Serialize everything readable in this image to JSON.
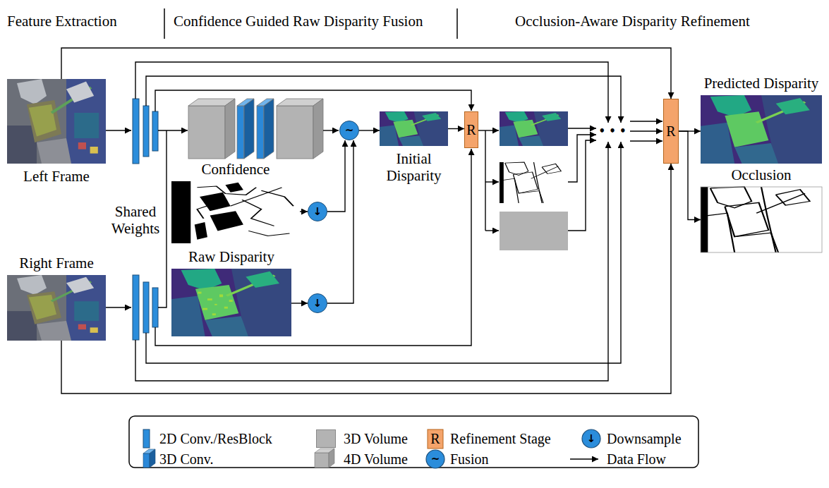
{
  "diagram": {
    "nodes": [
      {
        "text": [
          "Left Frame"
        ]
      },
      {
        "text": [
          "Right Frame"
        ]
      },
      {
        "text": [
          "Confidence"
        ]
      },
      {
        "text": [
          "Raw Disparity"
        ]
      },
      {
        "text": [
          "↓"
        ]
      },
      {
        "text": [
          "↓"
        ]
      },
      {
        "text": [
          "~"
        ]
      },
      {
        "text": [
          "Initial Disparity"
        ]
      },
      {
        "text": [
          "R"
        ]
      },
      {
        "text": [
          "R"
        ]
      },
      {
        "text": [
          "Predicted Disparity"
        ]
      },
      {
        "text": [
          "Occlusion"
        ]
      }
    ],
    "edges": [
      {
        "from": 2,
        "to": 4,
        "arrow": "to"
      },
      {
        "from": 3,
        "to": 5,
        "arrow": "to"
      },
      {
        "from": 4,
        "to": 6,
        "arrow": "to"
      },
      {
        "from": 5,
        "to": 6,
        "arrow": "to"
      },
      {
        "from": 6,
        "to": 7,
        "arrow": "to"
      },
      {
        "from": 7,
        "to": 8,
        "arrow": "to"
      },
      {
        "from": 0,
        "to": 9,
        "arrow": "to"
      },
      {
        "from": 1,
        "to": 9,
        "arrow": "to"
      },
      {
        "from": 9,
        "to": 10,
        "arrow": "to"
      },
      {
        "from": 9,
        "to": 11,
        "arrow": "to"
      }
    ],
    "labels": [
      "Feature Extraction",
      "Confidence Guided Raw Disparity Fusion",
      "Occlusion-Aware Disparity Refinement",
      "Shared Weights",
      "• • •",
      "R",
      "↓",
      "~"
    ],
    "legend": [
      {
        "text": "2D Conv./ResBlock"
      },
      {
        "text": "3D Volume",
        "color": "#b3b3b3"
      },
      {
        "text": "Refinement Stage"
      },
      {
        "text": "Downsample"
      },
      {
        "text": "3D Conv."
      },
      {
        "text": "4D Volume"
      },
      {
        "text": "Fusion"
      },
      {
        "text": "Data Flow"
      }
    ]
  }
}
